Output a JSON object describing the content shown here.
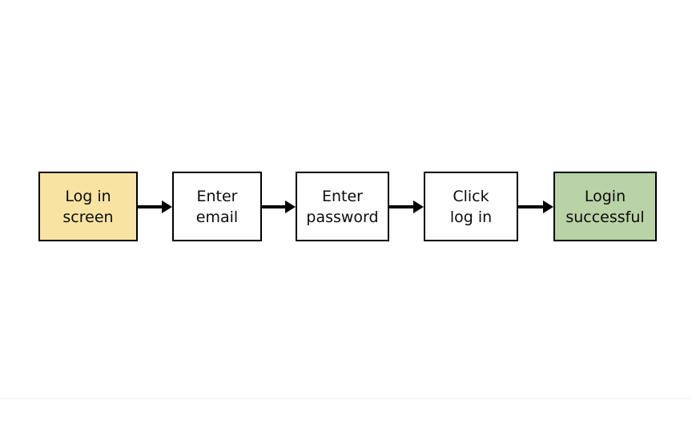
{
  "diagram": {
    "type": "flowchart",
    "direction": "left-to-right",
    "nodes": [
      {
        "id": "login-screen",
        "line1": "Log in",
        "line2": "screen",
        "fill": "#F8E3A3"
      },
      {
        "id": "enter-email",
        "line1": "Enter",
        "line2": "email",
        "fill": "#FFFFFF"
      },
      {
        "id": "enter-password",
        "line1": "Enter",
        "line2": "password",
        "fill": "#FFFFFF"
      },
      {
        "id": "click-log-in",
        "line1": "Click",
        "line2": "log in",
        "fill": "#FFFFFF"
      },
      {
        "id": "login-successful",
        "line1": "Login",
        "line2": "successful",
        "fill": "#B9D2A6"
      }
    ],
    "edges": [
      {
        "from": "login-screen",
        "to": "enter-email"
      },
      {
        "from": "enter-email",
        "to": "enter-password"
      },
      {
        "from": "enter-password",
        "to": "click-log-in"
      },
      {
        "from": "click-log-in",
        "to": "login-successful"
      }
    ],
    "colors": {
      "node_border": "#000000",
      "connector": "#000000",
      "text": "#0B0B0B",
      "start_fill": "#F8E3A3",
      "end_fill": "#B9D2A6",
      "canvas_background": "#FFFFFF",
      "page_edge_line": "#F7F7F7"
    }
  }
}
